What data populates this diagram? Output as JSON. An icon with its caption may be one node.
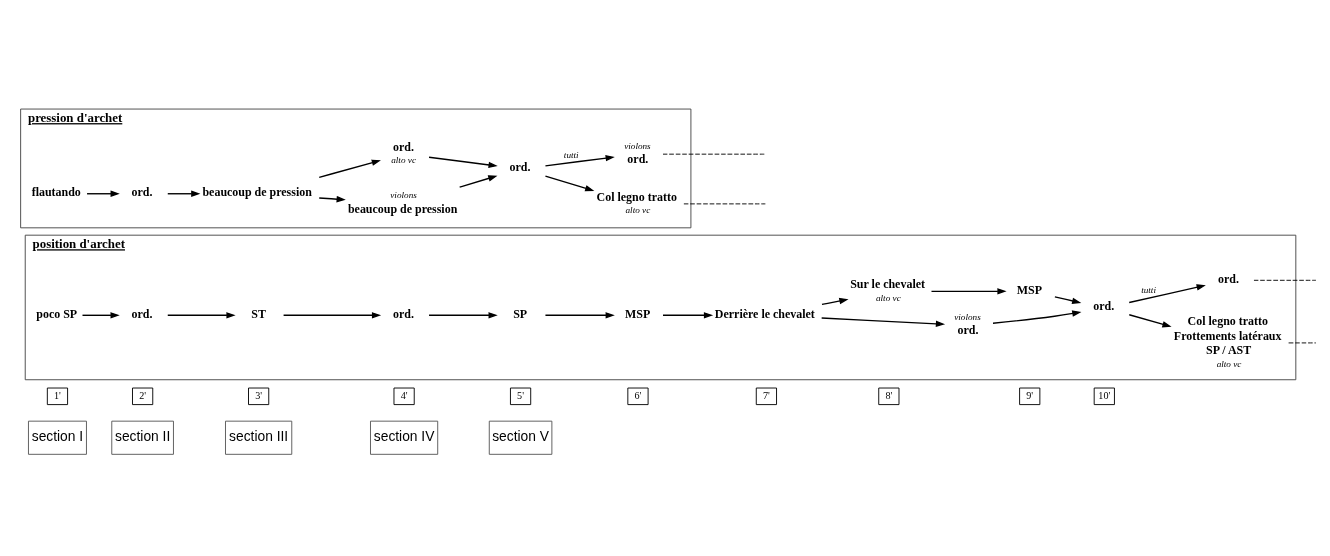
{
  "diagram": {
    "nodes": [
      {
        "text": [
          "position d'archet"
        ]
      },
      {
        "text": [
          "poco SP"
        ],
        "in": 0
      },
      {
        "text": [
          "ord."
        ],
        "in": 0
      },
      {
        "text": [
          "ST"
        ],
        "in": 0
      },
      {
        "text": [
          "ord."
        ],
        "in": 0
      },
      {
        "text": [
          "SP"
        ],
        "in": 0
      },
      {
        "text": [
          "MSP"
        ],
        "in": 0
      },
      {
        "text": [
          "Derrière le chevalet"
        ],
        "in": 0
      },
      {
        "text": [
          "ord."
        ],
        "beside": [
          "violons"
        ],
        "in": 0
      },
      {
        "text": [
          "Sur le chevalet"
        ],
        "beside": [
          "alto vc"
        ],
        "in": 0
      },
      {
        "text": [
          "MSP"
        ],
        "in": 0
      },
      {
        "text": [
          "ord."
        ],
        "in": 0
      },
      {
        "text": [
          "ord."
        ],
        "in": 0
      },
      {
        "text": [
          "Col legno tratto",
          "Frottements latéraux",
          "SP / AST"
        ],
        "beside": [
          "alto vc"
        ],
        "in": 0
      },
      {
        "text": [
          "pression d'archet"
        ]
      },
      {
        "text": [
          "flautando"
        ],
        "in": 14
      },
      {
        "text": [
          "ord."
        ],
        "in": 14
      },
      {
        "text": [
          "beaucoup de pression"
        ],
        "in": 14
      },
      {
        "text": [
          "beaucoup de pression"
        ],
        "beside": [
          "violons"
        ],
        "in": 14
      },
      {
        "text": [
          "ord."
        ],
        "beside": [
          "alto vc"
        ],
        "in": 14
      },
      {
        "text": [
          "ord."
        ],
        "in": 14
      },
      {
        "text": [
          "ord."
        ],
        "beside": [
          "violons"
        ],
        "in": 14
      },
      {
        "text": [
          "Col legno tratto"
        ],
        "beside": [
          "alto vc"
        ],
        "in": 14
      }
    ],
    "edges": [
      {
        "from": 1,
        "to": 2,
        "arrow": "to"
      },
      {
        "from": 2,
        "to": 3,
        "arrow": "to"
      },
      {
        "from": 3,
        "to": 4,
        "arrow": "to"
      },
      {
        "from": 4,
        "to": 5,
        "arrow": "to"
      },
      {
        "from": 5,
        "to": 6,
        "arrow": "to"
      },
      {
        "from": 6,
        "to": 7,
        "arrow": "to"
      },
      {
        "from": 7,
        "to": 8,
        "arrow": "to"
      },
      {
        "from": 7,
        "to": 9,
        "arrow": "to"
      },
      {
        "from": 8,
        "to": 11,
        "arrow": "to"
      },
      {
        "from": 9,
        "to": 10,
        "arrow": "to"
      },
      {
        "from": 10,
        "to": 11,
        "arrow": "to"
      },
      {
        "from": 11,
        "to": 12,
        "arrow": "to",
        "label": "tutti"
      },
      {
        "from": 11,
        "to": 13,
        "arrow": "to"
      },
      {
        "from": 12,
        "to": null,
        "arrow": "none",
        "style": "dashed"
      },
      {
        "from": 13,
        "to": null,
        "arrow": "none",
        "style": "dashed"
      },
      {
        "from": 15,
        "to": 16,
        "arrow": "to"
      },
      {
        "from": 16,
        "to": 17,
        "arrow": "to"
      },
      {
        "from": 17,
        "to": 18,
        "arrow": "to"
      },
      {
        "from": 17,
        "to": 19,
        "arrow": "to"
      },
      {
        "from": 18,
        "to": 20,
        "arrow": "to"
      },
      {
        "from": 19,
        "to": 20,
        "arrow": "to"
      },
      {
        "from": 20,
        "to": 21,
        "arrow": "to",
        "label": "tutti"
      },
      {
        "from": 20,
        "to": 22,
        "arrow": "to"
      },
      {
        "from": 21,
        "to": null,
        "arrow": "none",
        "style": "dashed"
      },
      {
        "from": 22,
        "to": null,
        "arrow": "none",
        "style": "dashed"
      }
    ],
    "labels": [
      "section I",
      "section II",
      "section III",
      "section IV",
      "section V",
      "1'",
      "2'",
      "3'",
      "4'",
      "5'",
      "6'",
      "7'",
      "8'",
      "9'",
      "10'"
    ]
  }
}
